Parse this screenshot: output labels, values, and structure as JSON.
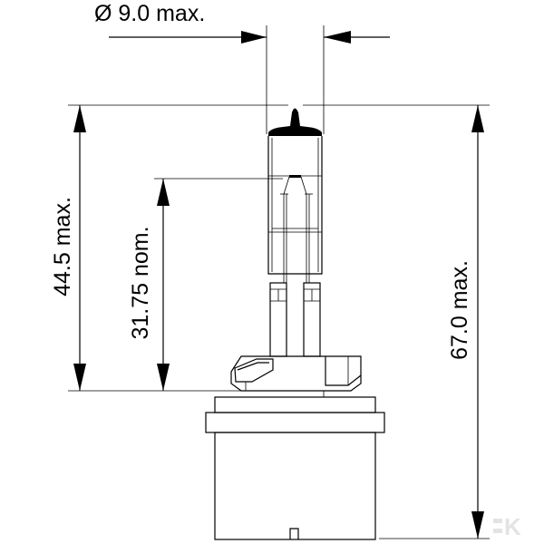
{
  "dimensions": {
    "diameter": "Ø 9.0 max.",
    "overall_height": "67.0 max.",
    "light_center_height": "44.5 max.",
    "filament_height": "31.75 nom."
  },
  "watermark": {
    "text": "K"
  },
  "colors": {
    "line": "#000000",
    "background": "#ffffff",
    "watermark": "#e3e3e3"
  }
}
